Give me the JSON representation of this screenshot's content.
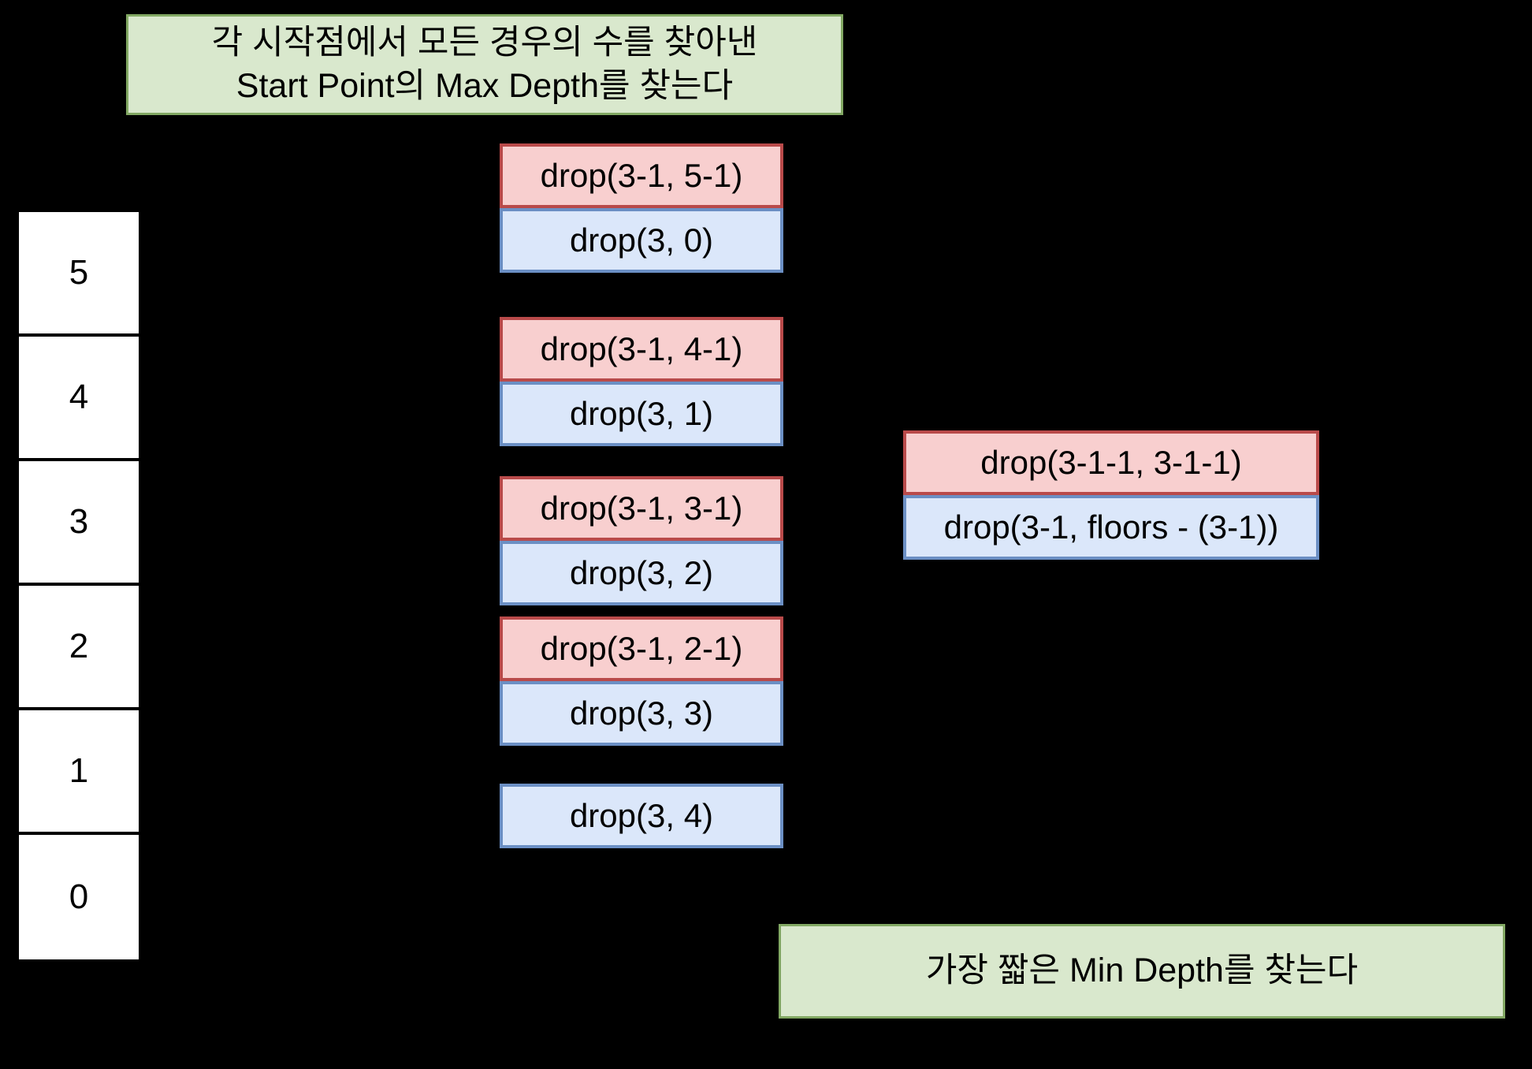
{
  "notes": {
    "top": "각 시작점에서 모든 경우의 수를 찾아낸\nStart Point의 Max Depth를 찾는다",
    "bottom": "가장 짧은 Min Depth를 찾는다"
  },
  "floors": {
    "label": "floors-column",
    "cells": [
      "5",
      "4",
      "3",
      "2",
      "1",
      "0"
    ]
  },
  "middle_column": {
    "groups": [
      {
        "pink": "drop(3-1, 5-1)",
        "blue": "drop(3, 0)"
      },
      {
        "pink": "drop(3-1, 4-1)",
        "blue": "drop(3, 1)"
      },
      {
        "pink": "drop(3-1, 3-1)",
        "blue": "drop(3, 2)"
      },
      {
        "pink": "drop(3-1, 2-1)",
        "blue": "drop(3, 3)"
      },
      {
        "pink": null,
        "blue": "drop(3, 4)"
      }
    ]
  },
  "right_column": {
    "groups": [
      {
        "pink": "drop(3-1-1, 3-1-1)",
        "blue": "drop(3-1, floors - (3-1))"
      }
    ]
  },
  "colors": {
    "background": "#000000",
    "note_fill": "#d9e8cd",
    "note_border": "#82a863",
    "pink_fill": "#f8cfcf",
    "pink_border": "#b94a4a",
    "blue_fill": "#dbe7fa",
    "blue_border": "#6b8fc4",
    "floor_fill": "#ffffff",
    "floor_border": "#000000"
  }
}
